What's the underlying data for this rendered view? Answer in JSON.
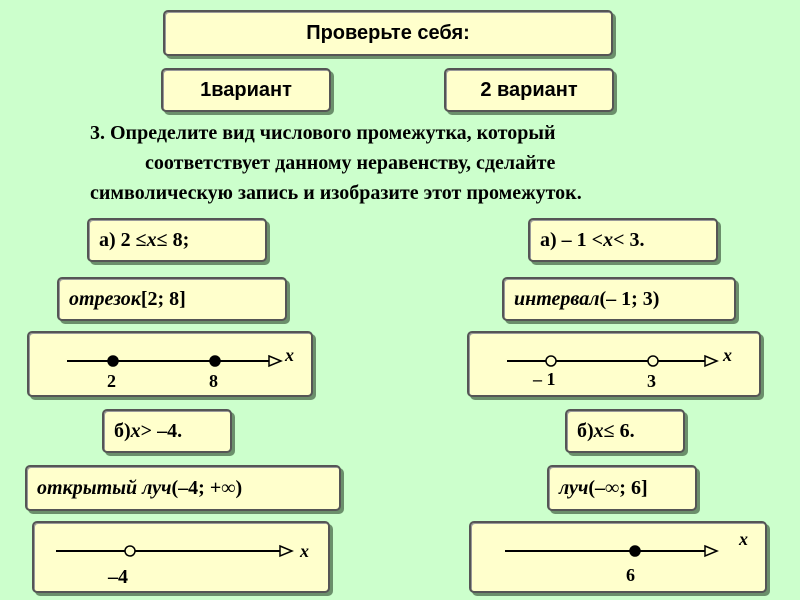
{
  "header": {
    "title": "Проверьте себя:"
  },
  "variants": {
    "v1": "1вариант",
    "v2": "2 вариант"
  },
  "task": {
    "line1": "3. Определите вид числового промежутка, который",
    "line2": "соответствует данному неравенству, сделайте",
    "line3": "символическую запись и изобразите этот промежуток."
  },
  "left": {
    "a": {
      "prefix": "а) 2 ≤ ",
      "var": "x",
      "suffix": " ≤ 8;"
    },
    "a_answer": {
      "name": "отрезок",
      "notation": " [2; 8]"
    },
    "a_line": {
      "var_label": "x",
      "tick1": "2",
      "tick2": "8",
      "point1_filled": true,
      "point2_filled": true
    },
    "b": {
      "prefix": "б) ",
      "var": "x",
      "suffix": " > –4."
    },
    "b_answer": {
      "name": "открытый луч",
      "notation": " (–4; +∞)"
    },
    "b_line": {
      "var_label": "x",
      "tick1": "–4",
      "point1_filled": false
    }
  },
  "right": {
    "a": {
      "prefix": "а) – 1 < ",
      "var": "x",
      "suffix": " < 3."
    },
    "a_answer": {
      "name": "интервал",
      "notation": " (– 1; 3)"
    },
    "a_line": {
      "var_label": "x",
      "tick1": "– 1",
      "tick2": "3",
      "point1_filled": false,
      "point2_filled": false
    },
    "b": {
      "prefix": "б) ",
      "var": "x",
      "suffix": " ≤ 6."
    },
    "b_answer": {
      "name": "луч",
      "notation": " (–∞; 6]"
    },
    "b_line": {
      "var_label": "x",
      "tick1": "6",
      "point1_filled": true
    }
  },
  "colors": {
    "background": "#ccffcc",
    "box_fill": "#ffffcc",
    "border": "#555555"
  }
}
